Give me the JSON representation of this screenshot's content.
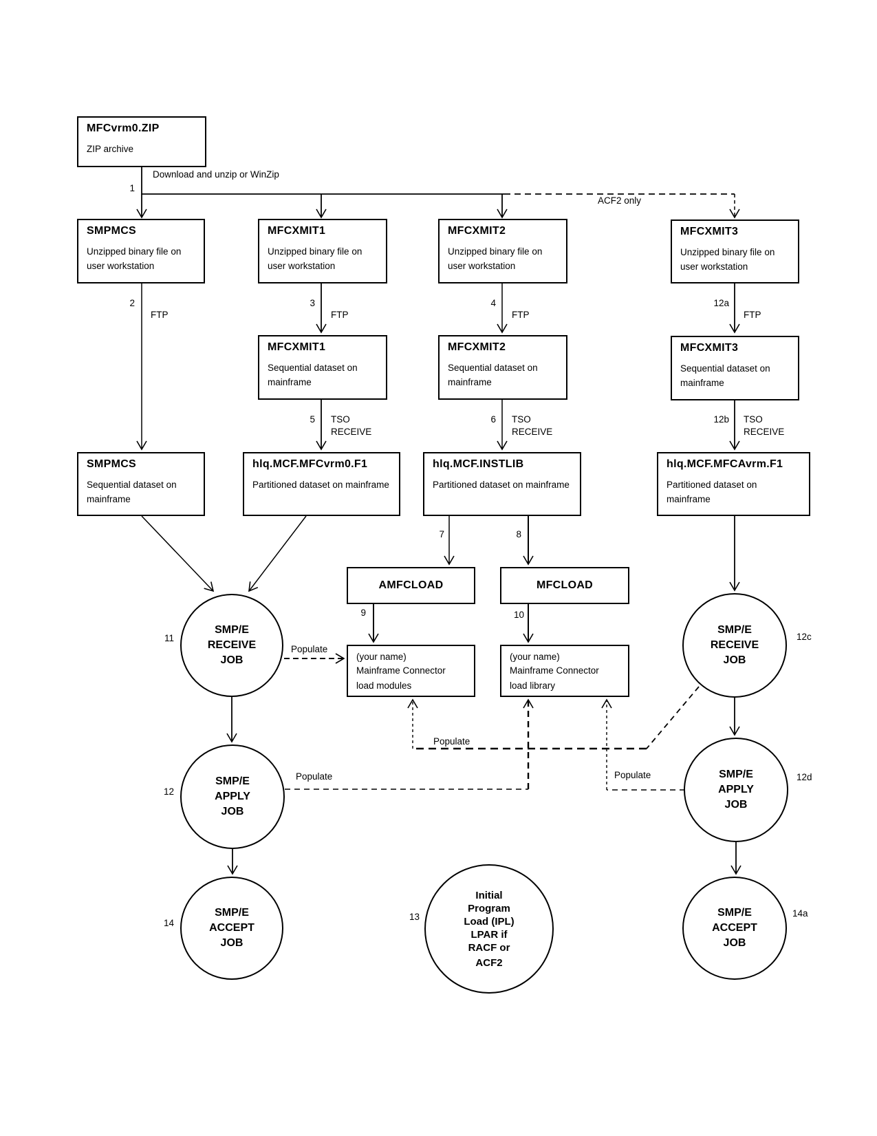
{
  "nodes": {
    "zip": {
      "title": "MFCvrm0.ZIP",
      "desc": "ZIP archive"
    },
    "smpmcs_ws": {
      "title": "SMPMCS",
      "desc": "Unzipped binary file on user workstation"
    },
    "mfcxmit1_ws": {
      "title": "MFCXMIT1",
      "desc": "Unzipped binary file on user workstation"
    },
    "mfcxmit2_ws": {
      "title": "MFCXMIT2",
      "desc": "Unzipped binary file on user workstation"
    },
    "mfcxmit3_ws": {
      "title": "MFCXMIT3",
      "desc": "Unzipped binary file on user workstation"
    },
    "mfcxmit1_seq": {
      "title": "MFCXMIT1",
      "desc": "Sequential dataset on mainframe"
    },
    "mfcxmit2_seq": {
      "title": "MFCXMIT2",
      "desc": "Sequential dataset on mainframe"
    },
    "mfcxmit3_seq": {
      "title": "MFCXMIT3",
      "desc": "Sequential dataset on mainframe"
    },
    "smpmcs_seq": {
      "title": "SMPMCS",
      "desc": "Sequential dataset on mainframe"
    },
    "mfcvrm0_f1": {
      "title": "hlq.MCF.MFCvrm0.F1",
      "desc": "Partitioned dataset on mainframe"
    },
    "instlib": {
      "title": "hlq.MCF.INSTLIB",
      "desc": "Partitioned dataset on mainframe"
    },
    "mfcavrm_f1": {
      "title": "hlq.MCF.MFCAvrm.F1",
      "desc": "Partitioned dataset on mainframe"
    },
    "amfcload": {
      "title": "AMFCLOAD"
    },
    "mfcload": {
      "title": "MFCLOAD"
    },
    "load_modules": {
      "lines": [
        "(your name)",
        "Mainframe Connector",
        "load modules"
      ]
    },
    "load_library": {
      "lines": [
        "(your name)",
        "Mainframe Connector",
        "load library"
      ]
    }
  },
  "circles": {
    "receive_left": {
      "lines": [
        "SMP/E",
        "RECEIVE",
        "JOB"
      ],
      "step": "11"
    },
    "apply_left": {
      "lines": [
        "SMP/E",
        "APPLY",
        "JOB"
      ],
      "step": "12"
    },
    "accept_left": {
      "lines": [
        "SMP/E",
        "ACCEPT",
        "JOB"
      ],
      "step": "14"
    },
    "receive_right": {
      "lines": [
        "SMP/E",
        "RECEIVE",
        "JOB"
      ],
      "step": "12c"
    },
    "apply_right": {
      "lines": [
        "SMP/E",
        "APPLY",
        "JOB"
      ],
      "step": "12d"
    },
    "accept_right": {
      "lines": [
        "SMP/E",
        "ACCEPT",
        "JOB"
      ],
      "step": "14a"
    },
    "ipl": {
      "lines": [
        "Initial",
        "Program",
        "Load (IPL)",
        "LPAR if",
        "RACF or",
        "ACF2"
      ],
      "step": "13"
    }
  },
  "edge_labels": {
    "step1": "1",
    "download": "Download and unzip or WinZip",
    "acf2_only": "ACF2 only",
    "step2": "2",
    "ftp2": "FTP",
    "step3": "3",
    "ftp3": "FTP",
    "step4": "4",
    "ftp4": "FTP",
    "step12a": "12a",
    "ftp12a": "FTP",
    "step5": "5",
    "tso5": "TSO",
    "receive5": "RECEIVE",
    "step6": "6",
    "tso6": "TSO",
    "receive6": "RECEIVE",
    "step12b": "12b",
    "tso12b": "TSO",
    "receive12b": "RECEIVE",
    "step7": "7",
    "step8": "8",
    "step9": "9",
    "step10": "10",
    "populate_receive_left": "Populate",
    "populate_receive_right": "Populate",
    "populate_apply_left": "Populate",
    "populate_apply_right": "Populate"
  },
  "colors": {
    "line": "#000000",
    "background": "#ffffff",
    "text": "#000000"
  }
}
